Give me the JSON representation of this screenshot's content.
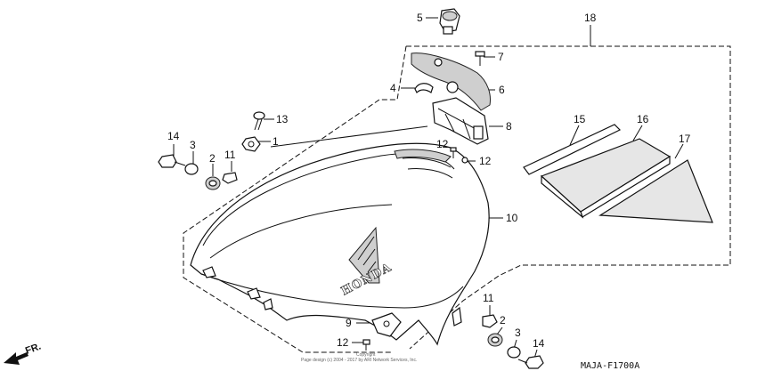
{
  "callouts": [
    {
      "id": "c5",
      "label": "5"
    },
    {
      "id": "c18",
      "label": "18"
    },
    {
      "id": "c7",
      "label": "7"
    },
    {
      "id": "c6",
      "label": "6"
    },
    {
      "id": "c4",
      "label": "4"
    },
    {
      "id": "c8",
      "label": "8"
    },
    {
      "id": "c13",
      "label": "13"
    },
    {
      "id": "c1",
      "label": "1"
    },
    {
      "id": "c14a",
      "label": "14"
    },
    {
      "id": "c3a",
      "label": "3"
    },
    {
      "id": "c2a",
      "label": "2"
    },
    {
      "id": "c11a",
      "label": "11"
    },
    {
      "id": "c12a",
      "label": "12"
    },
    {
      "id": "c12b",
      "label": "12"
    },
    {
      "id": "c15",
      "label": "15"
    },
    {
      "id": "c16",
      "label": "16"
    },
    {
      "id": "c17",
      "label": "17"
    },
    {
      "id": "c10",
      "label": "10"
    },
    {
      "id": "c9",
      "label": "9"
    },
    {
      "id": "c12c",
      "label": "12"
    },
    {
      "id": "c11b",
      "label": "11"
    },
    {
      "id": "c2b",
      "label": "2"
    },
    {
      "id": "c3b",
      "label": "3"
    },
    {
      "id": "c14b",
      "label": "14"
    }
  ],
  "diagram_code": "MAJA-F1700A",
  "direction_label": "FR.",
  "brand_text": "HONDA",
  "copyright_text": "Copyright",
  "footer_text": "Page design (c) 2004 - 2017 by ARI Network Services, Inc."
}
